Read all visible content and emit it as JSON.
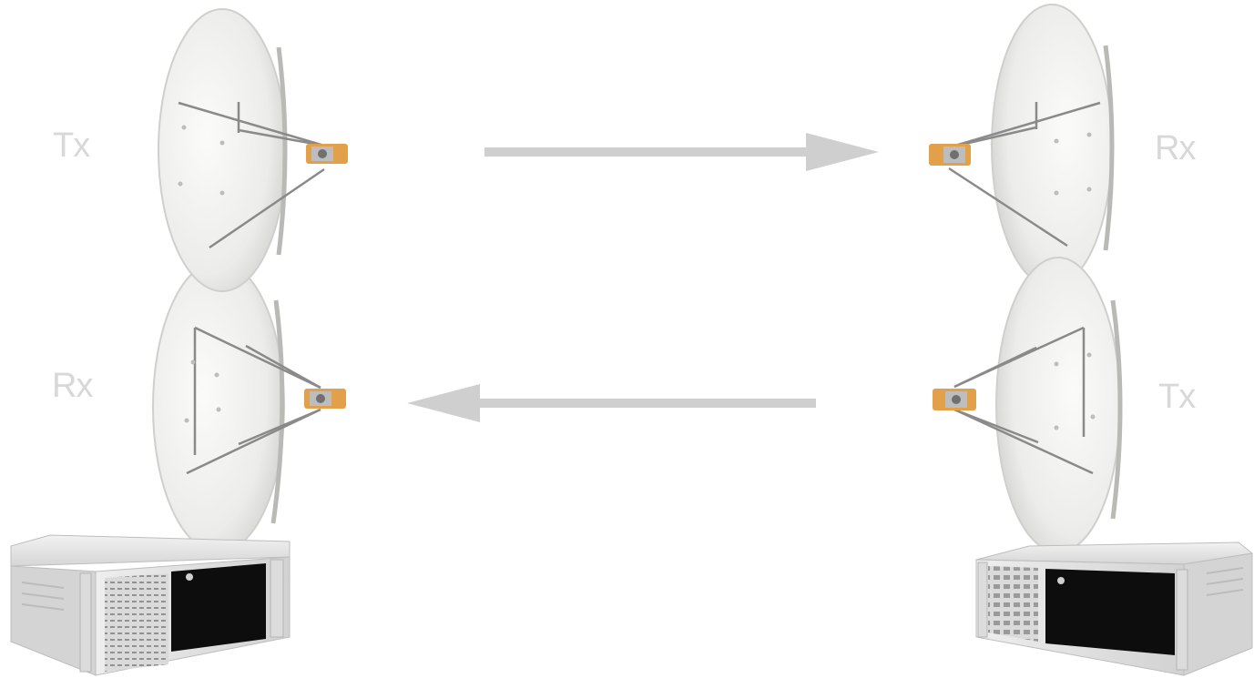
{
  "labels": {
    "left_top": "Tx",
    "left_bottom": "Rx",
    "right_top": "Rx",
    "right_bottom": "Tx"
  },
  "colors": {
    "background": "#ffffff",
    "label": "#d8d8d8",
    "arrow": "#cfcfcf",
    "dish_light": "#f4f4f2",
    "dish_shade": "#c9c9c6",
    "feed_arm": "#8a8a8a",
    "feed_horn": "#d98a2a",
    "chassis": "#e3e3e3",
    "screen": "#0d0d0d"
  },
  "icons": {
    "dishes": "parabolic-dish-antenna",
    "arrows": "arrow",
    "units": "rackmount-server"
  }
}
